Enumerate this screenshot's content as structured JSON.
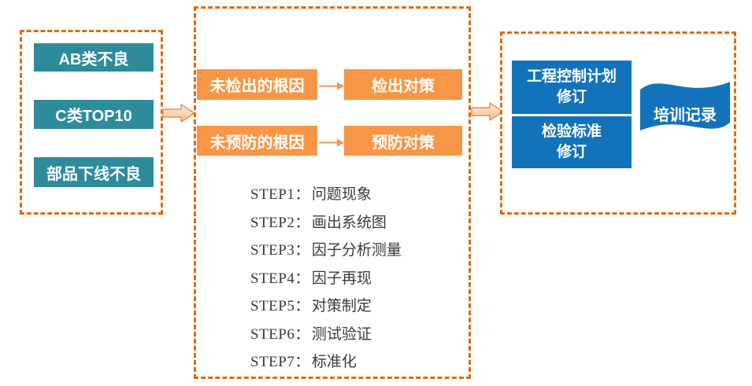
{
  "colors": {
    "dashed_border": "#E06A0C",
    "teal_box": "#2E8B9B",
    "orange_box": "#F79646",
    "blue_box": "#1273BC",
    "step_text": "#3B3B3B",
    "block_arrow_fill_top": "#FDEBDC",
    "block_arrow_fill_bottom": "#F9BE8F",
    "block_arrow_stroke": "#E8924A",
    "mini_arrow": "#F79646"
  },
  "left_panel": {
    "items": [
      {
        "label": "AB类不良"
      },
      {
        "label": "C类TOP10"
      },
      {
        "label": "部品下线不良"
      }
    ]
  },
  "middle_panel": {
    "pairs": [
      {
        "cause": "未检出的根因",
        "action": "检出对策"
      },
      {
        "cause": "未预防的根因",
        "action": "预防对策"
      }
    ],
    "steps": [
      {
        "no": "STEP1：",
        "text": "问题现象"
      },
      {
        "no": "STEP2：",
        "text": "画出系统图"
      },
      {
        "no": "STEP3：",
        "text": "因子分析测量"
      },
      {
        "no": "STEP4：",
        "text": "因子再现"
      },
      {
        "no": "STEP5：",
        "text": "对策制定"
      },
      {
        "no": "STEP6：",
        "text": "测试验证"
      },
      {
        "no": "STEP7：",
        "text": "标准化"
      }
    ]
  },
  "right_panel": {
    "boxes": [
      {
        "line1": "工程控制计划",
        "line2": "修订"
      },
      {
        "line1": "检验标准",
        "line2": "修订"
      }
    ],
    "flag_label": "培训记录"
  }
}
